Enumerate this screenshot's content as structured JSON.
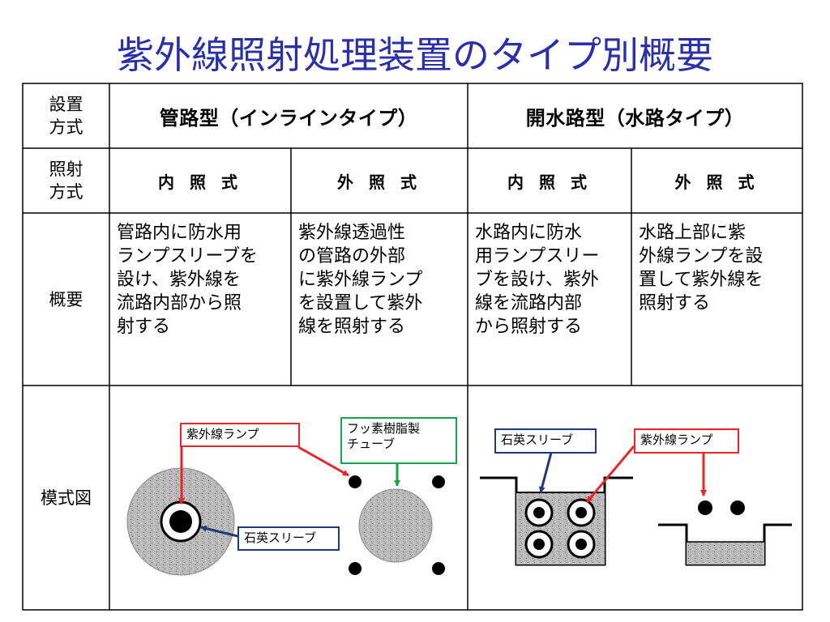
{
  "title": "紫外線照射処理装置のタイプ別概要",
  "row_labels": {
    "installation": [
      "設置",
      "方式"
    ],
    "irradiation": [
      "照射",
      "方式"
    ],
    "overview": "概要",
    "schematic": "模式図"
  },
  "types": {
    "pipe": "管路型（インラインタイプ）",
    "open": "開水路型（水路タイプ）"
  },
  "methods": {
    "internal": "内 照 式",
    "external": "外 照 式"
  },
  "descriptions": [
    [
      "管路内に防水用",
      "ランプスリーブを",
      "設け、紫外線を",
      "流路内部から照",
      "射する"
    ],
    [
      "紫外線透過性",
      "の管路の外部",
      "に紫外線ランプ",
      "を設置して紫外",
      "線を照射する"
    ],
    [
      "水路内に防水",
      "用ランプスリー",
      "ブを設け、紫外",
      "線を流路内部",
      "から照射する"
    ],
    [
      "水路上部に紫",
      "外線ランプを設",
      "置して紫外線を",
      "照射する"
    ]
  ],
  "callouts": {
    "uv_lamp": "紫外線ランプ",
    "fluororesin_tube": [
      "フッ素樹脂製",
      "チューブ"
    ],
    "quartz_sleeve": "石英スリーブ"
  },
  "colors": {
    "title": "#2b2fa8",
    "red_callout": "#e8262a",
    "green_callout": "#19a34a",
    "navy_callout": "#1f3a7a"
  }
}
